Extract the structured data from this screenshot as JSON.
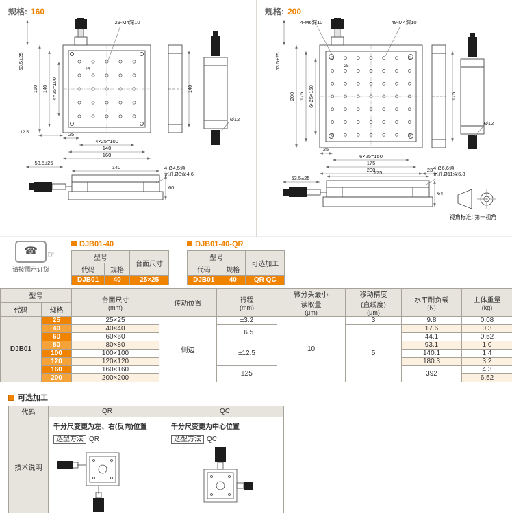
{
  "accent": "#f08300",
  "panels": [
    {
      "spec_label": "规格:",
      "spec_value": "160",
      "dims": {
        "holes": "29-M4深10",
        "mic_side": "53.5±25",
        "left_outer": "160",
        "left_mid": "140",
        "left_pitch": "4×25=100",
        "inner_pitch": "25",
        "base_edge": "12.5",
        "bottom_offset": "25",
        "bottom_pitch": "4×25=100",
        "bottom_mid": "140",
        "bottom_outer": "160",
        "mic_bottom": "53.5±25",
        "side_height": "140",
        "knob_dia": "Ø12",
        "front_width": "140",
        "front_note1": "4-Ø4.5通",
        "front_note2": "沉孔Ø8深4.6",
        "front_height": "60"
      }
    },
    {
      "spec_label": "规格:",
      "spec_value": "200",
      "dims": {
        "holes_corner": "4-M6深10",
        "holes": "49-M4深10",
        "mic_side": "53.5±25",
        "left_outer": "200",
        "left_mid": "175",
        "left_pitch": "6×25=150",
        "inner_pitch": "25",
        "edge_right": "23",
        "bottom_offset": "25",
        "bottom_pitch": "6×25=150",
        "bottom_mid": "175",
        "bottom_outer": "200",
        "mic_bottom": "53.5±25",
        "side_height": "175",
        "knob_dia": "Ø12",
        "front_width": "175",
        "front_note1": "4-Ø6.6通",
        "front_note2": "沉孔Ø11深6.8",
        "front_height": "64",
        "view_standard": "视角标准: 第一视角"
      }
    }
  ],
  "order": {
    "phone_note": "请按图示订货",
    "tables": [
      {
        "title": "DJB01-40",
        "model_h": "型号",
        "code_h": "代码",
        "spec_h": "规格",
        "extra_h": "台面尺寸",
        "code": "DJB01",
        "spec": "40",
        "extra": "25×25"
      },
      {
        "title": "DJB01-40-QR",
        "model_h": "型号",
        "code_h": "代码",
        "spec_h": "规格",
        "extra_h": "可选加工",
        "code": "DJB01",
        "spec": "40",
        "extra": "QR QC"
      }
    ]
  },
  "spec_table": {
    "h_model": "型号",
    "h_code": "代码",
    "h_spec": "规格",
    "h_size": "台面尺寸",
    "h_size_u": "(mm)",
    "h_drive": "传动位置",
    "h_stroke": "行程",
    "h_stroke_u": "(mm)",
    "h_read1": "微分头最小",
    "h_read2": "读取量",
    "h_read_u": "(μm)",
    "h_acc1": "移动精度",
    "h_acc2": "(直线度)",
    "h_acc_u": "(μm)",
    "h_load": "水平耐负载",
    "h_load_u": "(N)",
    "h_weight": "主体重量",
    "h_weight_u": "(kg)",
    "code": "DJB01",
    "drive": "侧边",
    "reading": "10",
    "acc_first": "3",
    "acc_rest": "5",
    "strokes": {
      "s25": "±3.2",
      "s40_60": "±6.5",
      "s80_120": "±12.5",
      "s160_200": "±25"
    },
    "loads": [
      "9.8",
      "17.6",
      "44.1",
      "93.1",
      "140.1",
      "180.3"
    ],
    "load_merged": "392",
    "rows": [
      {
        "spec": "25",
        "size": "25×25",
        "weight": "0.08"
      },
      {
        "spec": "40",
        "size": "40×40",
        "weight": "0.3"
      },
      {
        "spec": "60",
        "size": "60×60",
        "weight": "0.52"
      },
      {
        "spec": "80",
        "size": "80×80",
        "weight": "1.0"
      },
      {
        "spec": "100",
        "size": "100×100",
        "weight": "1.4"
      },
      {
        "spec": "120",
        "size": "120×120",
        "weight": "3.2"
      },
      {
        "spec": "160",
        "size": "160×160",
        "weight": "4.3"
      },
      {
        "spec": "200",
        "size": "200×200",
        "weight": "6.52"
      }
    ]
  },
  "optional": {
    "title": "可选加工",
    "h_code": "代码",
    "h_qr": "QR",
    "h_qc": "QC",
    "row_label": "技术说明",
    "method_label": "选型方法",
    "qr_desc": "千分尺变更为左、右(反向)位置",
    "qr_code": "QR",
    "qc_desc": "千分尺变更为中心位置",
    "qc_code": "QC"
  }
}
